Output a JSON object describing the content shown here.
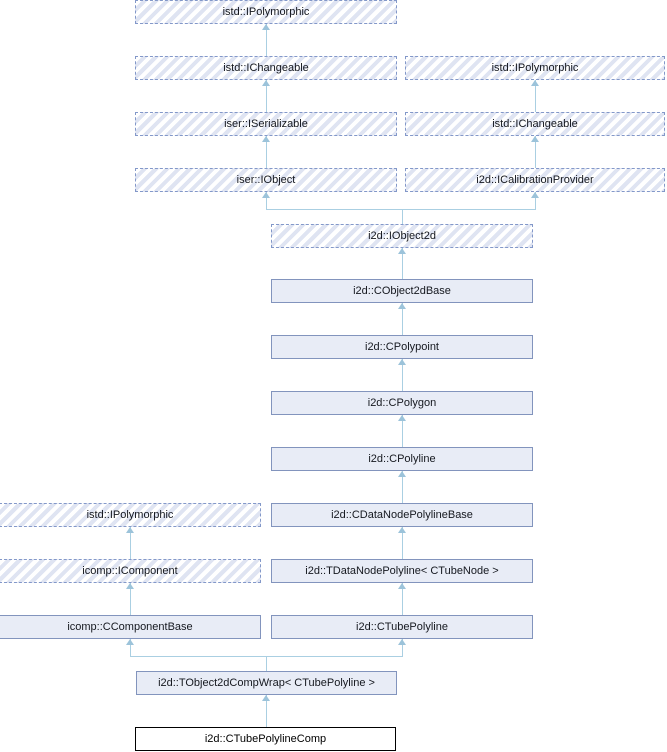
{
  "diagram": {
    "type": "class-inheritance-graph",
    "nodes": [
      {
        "label": "istd::IPolymorphic",
        "kind": "interface"
      },
      {
        "label": "istd::IChangeable",
        "kind": "interface"
      },
      {
        "label": "istd::IPolymorphic",
        "kind": "interface"
      },
      {
        "label": "iser::ISerializable",
        "kind": "interface"
      },
      {
        "label": "istd::IChangeable",
        "kind": "interface"
      },
      {
        "label": "iser::IObject",
        "kind": "interface"
      },
      {
        "label": "i2d::ICalibrationProvider",
        "kind": "interface"
      },
      {
        "label": "i2d::IObject2d",
        "kind": "interface"
      },
      {
        "label": "i2d::CObject2dBase",
        "kind": "class"
      },
      {
        "label": "i2d::CPolypoint",
        "kind": "class"
      },
      {
        "label": "i2d::CPolygon",
        "kind": "class"
      },
      {
        "label": "i2d::CPolyline",
        "kind": "class"
      },
      {
        "label": "istd::IPolymorphic",
        "kind": "interface"
      },
      {
        "label": "i2d::CDataNodePolylineBase",
        "kind": "class"
      },
      {
        "label": "icomp::IComponent",
        "kind": "interface"
      },
      {
        "label": "i2d::TDataNodePolyline< CTubeNode >",
        "kind": "class"
      },
      {
        "label": "icomp::CComponentBase",
        "kind": "class"
      },
      {
        "label": "i2d::CTubePolyline",
        "kind": "class"
      },
      {
        "label": "i2d::TObject2dCompWrap< CTubePolyline >",
        "kind": "class"
      },
      {
        "label": "i2d::CTubePolylineComp",
        "kind": "current"
      }
    ],
    "edges": [
      {
        "child": 1,
        "parent": 0
      },
      {
        "child": 3,
        "parent": 1
      },
      {
        "child": 5,
        "parent": 3
      },
      {
        "child": 4,
        "parent": 2
      },
      {
        "child": 6,
        "parent": 4
      },
      {
        "child": 7,
        "parent": 5
      },
      {
        "child": 7,
        "parent": 6
      },
      {
        "child": 8,
        "parent": 7
      },
      {
        "child": 9,
        "parent": 8
      },
      {
        "child": 10,
        "parent": 9
      },
      {
        "child": 11,
        "parent": 10
      },
      {
        "child": 13,
        "parent": 11
      },
      {
        "child": 14,
        "parent": 12
      },
      {
        "child": 15,
        "parent": 13
      },
      {
        "child": 16,
        "parent": 14
      },
      {
        "child": 17,
        "parent": 15
      },
      {
        "child": 18,
        "parent": 16
      },
      {
        "child": 18,
        "parent": 17
      },
      {
        "child": 19,
        "parent": 18
      }
    ],
    "colors": {
      "class_fill": "#e8ecf6",
      "class_border": "#8294bd",
      "interface_border": "#8398c9",
      "interface_hatch": "#dfe4f2",
      "edge_line": "#aacfe2",
      "edge_arrow": "#9cc3da",
      "current_border": "#000000",
      "text": "#15181f",
      "background": "#ffffff"
    }
  }
}
